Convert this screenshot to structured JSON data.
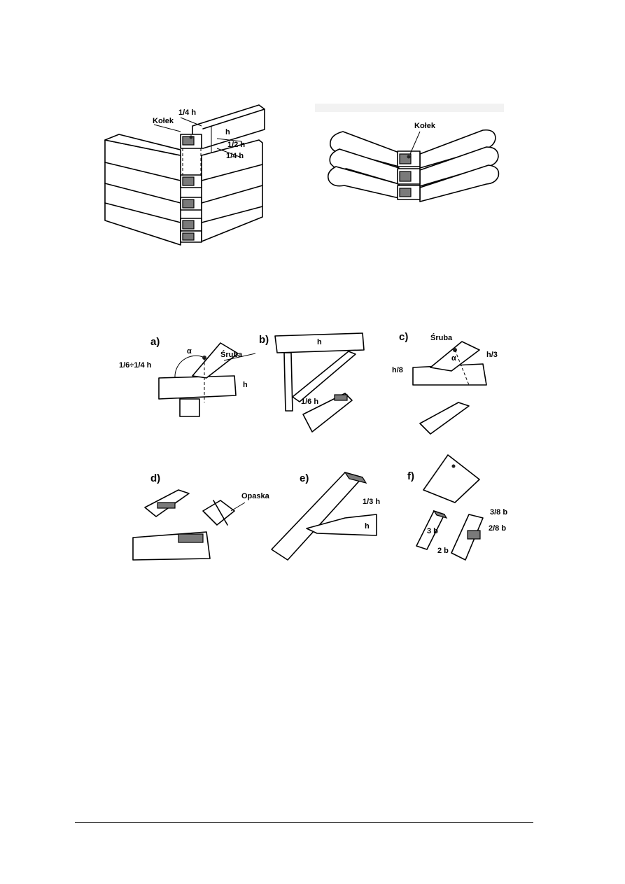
{
  "figure_top_left": {
    "labels": {
      "dowel": "Kołek",
      "h_quarter_top": "1/4 h",
      "h_half": "1/2 h",
      "h_quarter_bottom": "1/4 h",
      "h": "h"
    }
  },
  "figure_top_right": {
    "labels": {
      "dowel": "Kołek"
    }
  },
  "figure_joints": {
    "panel_a": {
      "letter": "a)",
      "alpha": "α",
      "dimension": "1/6÷1/4 h",
      "bolt": "Śruba",
      "h": "h"
    },
    "panel_b": {
      "letter": "b)",
      "dimension": "1/6 h",
      "h": "h"
    },
    "panel_c": {
      "letter": "c)",
      "bolt": "Śruba",
      "alpha": "α",
      "h_over_3": "h/3",
      "h_over_8": "h/8"
    },
    "panel_d": {
      "letter": "d)",
      "band": "Opaska"
    },
    "panel_e": {
      "letter": "e)",
      "dimension": "1/3 h",
      "h": "h"
    },
    "panel_f": {
      "letter": "f)",
      "b_3_8": "3/8 b",
      "b_2_8": "2/8 b",
      "b_3": "3 b",
      "b_2": "2 b"
    }
  }
}
